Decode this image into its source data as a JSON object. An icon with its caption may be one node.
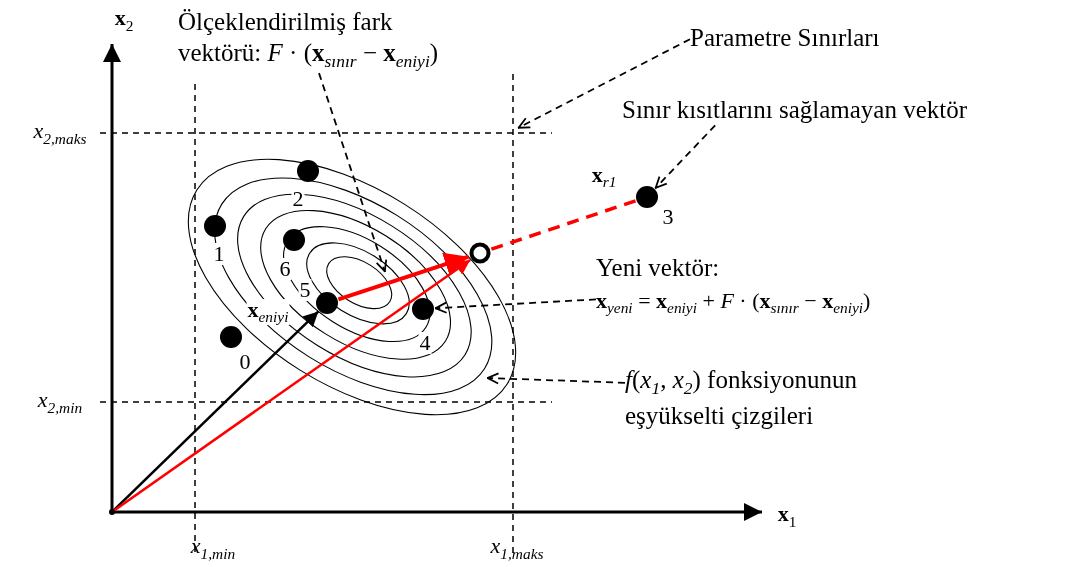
{
  "diagram": {
    "nodes": [
      {
        "text": [
          "Ölçeklendirilmiş fark vektörü: *F* · (**x**$_{sınır}$ − **x**$_{eniyi}$)"
        ]
      },
      {
        "text": [
          "Parametre Sınırları"
        ]
      },
      {
        "text": [
          "Sınır kısıtlarını sağlamayan vektör"
        ]
      },
      {
        "text": [],
        "shape": "circle",
        "beside": [
          "1"
        ]
      },
      {
        "text": [],
        "shape": "circle",
        "beside": [
          "0"
        ]
      },
      {
        "text": [],
        "shape": "circle",
        "beside": [
          "6"
        ]
      },
      {
        "text": [],
        "shape": "circle",
        "beside": [
          "2"
        ]
      },
      {
        "text": [],
        "shape": "circle",
        "beside": [
          "5",
          "**x**$_{eniyi}$"
        ]
      },
      {
        "text": [],
        "shape": "circle",
        "beside": [
          "4"
        ]
      },
      {
        "text": [],
        "shape": "circle"
      },
      {
        "text": [],
        "shape": "circle",
        "beside": [
          "**x**$_{r1}$",
          "3"
        ]
      },
      {
        "text": [
          "Yeni vektör:",
          "**x**$_{yeni}$ = **x**$_{eniyi}$ + *F* · (**x**$_{sınır}$ − **x**$_{eniyi}$)"
        ]
      },
      {
        "text": [
          "*f*(*x*$_{1}$, *x*$_{2}$) fonksiyonunun eşyükselti çizgileri"
        ]
      },
      {
        "text": [],
        "shape": "point"
      }
    ],
    "edges": [
      {
        "from": 0,
        "to": null,
        "arrow": "to",
        "style": "dashed"
      },
      {
        "from": 1,
        "to": null,
        "arrow": "to",
        "style": "dashed"
      },
      {
        "from": 2,
        "to": 10,
        "arrow": "to",
        "style": "dashed"
      },
      {
        "from": 11,
        "to": 8,
        "arrow": "to",
        "style": "dashed"
      },
      {
        "from": 12,
        "to": null,
        "arrow": "to",
        "style": "dashed"
      },
      {
        "from": 13,
        "to": 7,
        "arrow": "to"
      },
      {
        "from": 13,
        "to": 9,
        "arrow": "to",
        "color": "#ff0000"
      },
      {
        "from": 7,
        "to": 9,
        "arrow": "to",
        "style": "thick",
        "color": "#ff0000"
      },
      {
        "from": 9,
        "to": 10,
        "arrow": "none",
        "style": "dashed",
        "color": "#ff0000"
      }
    ],
    "labels": [
      "**x**$_{2}$",
      "x$_{2,maks}$",
      "x$_{2,min}$",
      "**x**$_{1}$",
      "x$_{1,min}$",
      "x$_{1,maks}$"
    ]
  }
}
